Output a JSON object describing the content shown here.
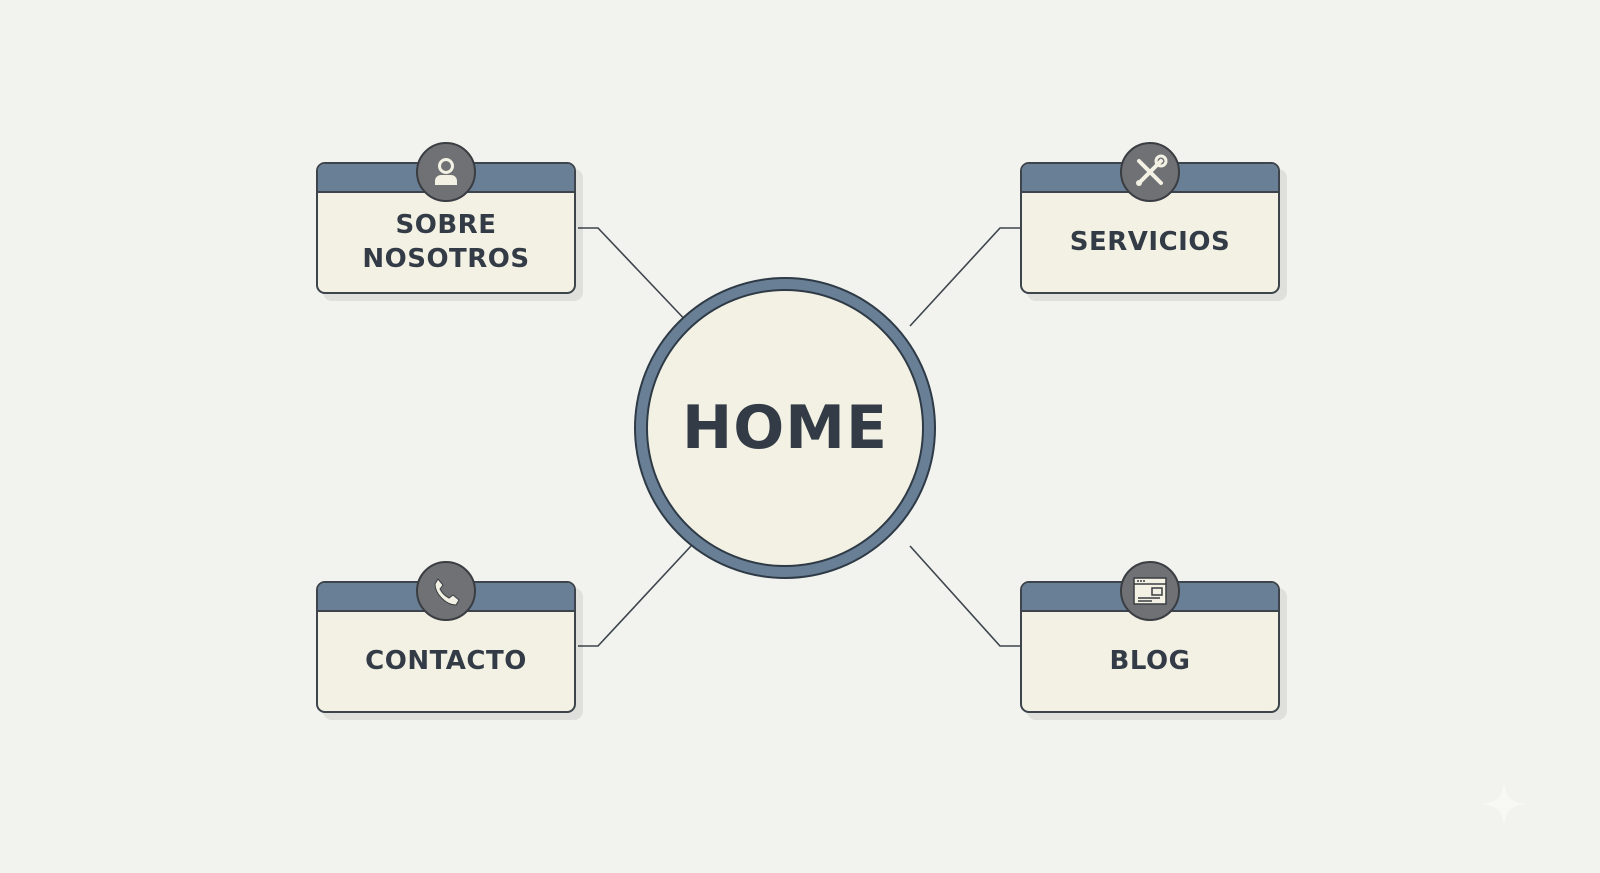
{
  "diagram": {
    "center": {
      "label": "HOME"
    },
    "nodes": [
      {
        "id": "sobre-nosotros",
        "label": "SOBRE\nNOSOTROS",
        "label_lines": [
          "SOBRE",
          "NOSOTROS"
        ],
        "icon": "user-icon",
        "position": "top-left"
      },
      {
        "id": "servicios",
        "label": "SERVICIOS",
        "icon": "tools-icon",
        "position": "top-right"
      },
      {
        "id": "contacto",
        "label": "CONTACTO",
        "icon": "phone-icon",
        "position": "bottom-left"
      },
      {
        "id": "blog",
        "label": "BLOG",
        "icon": "browser-window-icon",
        "position": "bottom-right"
      }
    ],
    "edges": [
      {
        "from": "HOME",
        "to": "SOBRE NOSOTROS"
      },
      {
        "from": "HOME",
        "to": "SERVICIOS"
      },
      {
        "from": "HOME",
        "to": "CONTACTO"
      },
      {
        "from": "HOME",
        "to": "BLOG"
      }
    ],
    "colors": {
      "background": "#f2f3ee",
      "card_fill": "#f3f1e4",
      "card_header": "#687f95",
      "outline": "#3d444c",
      "text": "#333c46",
      "badge": "#6f7174"
    }
  }
}
